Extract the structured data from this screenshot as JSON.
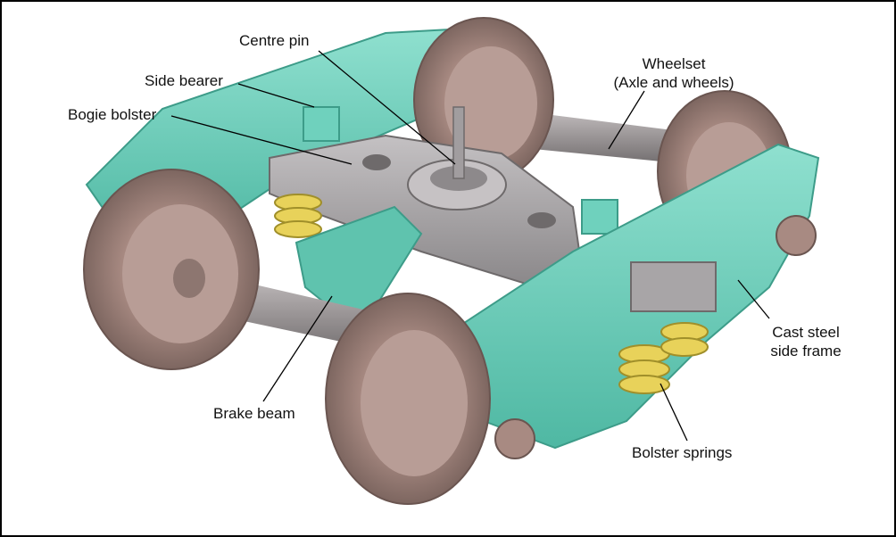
{
  "labels": {
    "centre_pin": "Centre pin",
    "side_bearer": "Side bearer",
    "bogie_bolster": "Bogie bolster",
    "wheelset_line1": "Wheelset",
    "wheelset_line2": "(Axle and wheels)",
    "cast_steel_line1": "Cast steel",
    "cast_steel_line2": "side frame",
    "brake_beam": "Brake beam",
    "bolster_springs": "Bolster springs"
  },
  "colors": {
    "side_frame": "#6fd1bd",
    "bolster": "#a8a5a7",
    "wheel": "#a88a82",
    "springs": "#e8d25a",
    "leader_line": "#000000"
  }
}
